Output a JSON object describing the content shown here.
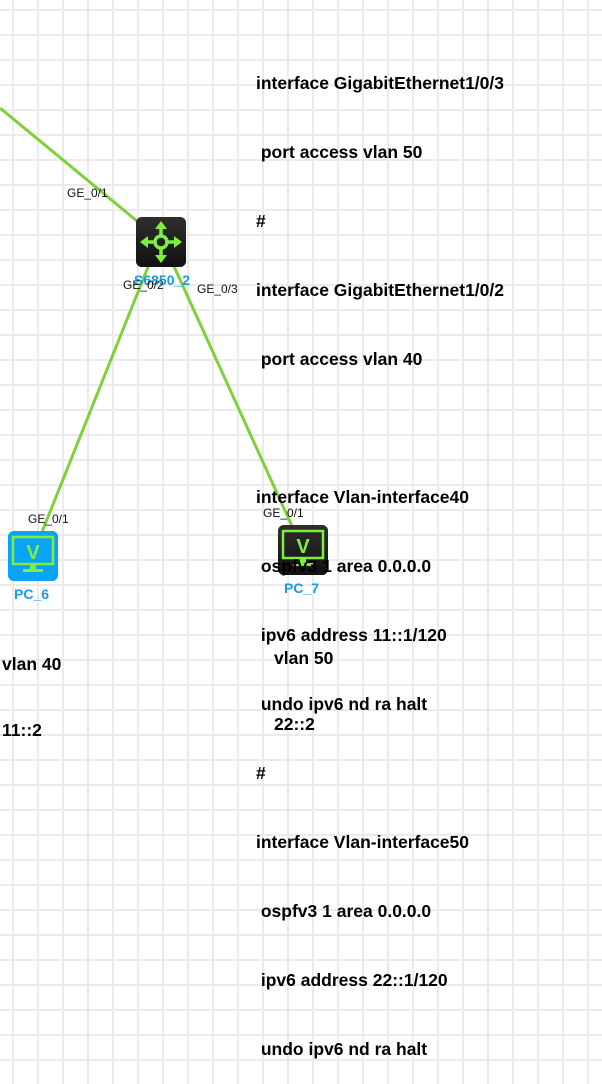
{
  "colors": {
    "link": "#7ed13c",
    "device_dark": "#1c1c1c",
    "device_blue": "#0aa3f5",
    "icon_green": "#7ef03c",
    "name_blue": "#1a9be0"
  },
  "devices": {
    "switch": {
      "name": "S6850_2",
      "icon": "switch-arrows-icon"
    },
    "pc6": {
      "name": "PC_6",
      "icon": "monitor-v-icon"
    },
    "pc7": {
      "name": "PC_7",
      "icon": "monitor-v-icon"
    }
  },
  "ports": {
    "sw_ge01": "GE_0/1",
    "sw_ge02": "GE_0/2",
    "sw_ge03": "GE_0/3",
    "pc6_ge01": "GE_0/1",
    "pc7_ge01": "GE_0/1"
  },
  "config_lines": [
    "interface GigabitEthernet1/0/3",
    " port access vlan 50",
    "#",
    "interface GigabitEthernet1/0/2",
    " port access vlan 40",
    "",
    "interface Vlan-interface40",
    " ospfv3 1 area 0.0.0.0",
    " ipv6 address 11::1/120",
    " undo ipv6 nd ra halt",
    "#",
    "interface Vlan-interface50",
    " ospfv3 1 area 0.0.0.0",
    " ipv6 address 22::1/120",
    " undo ipv6 nd ra halt"
  ],
  "notes": {
    "pc6": {
      "vlan": "vlan 40",
      "ip": "11::2"
    },
    "pc7": {
      "vlan": "vlan 50",
      "ip": "22::2"
    }
  }
}
